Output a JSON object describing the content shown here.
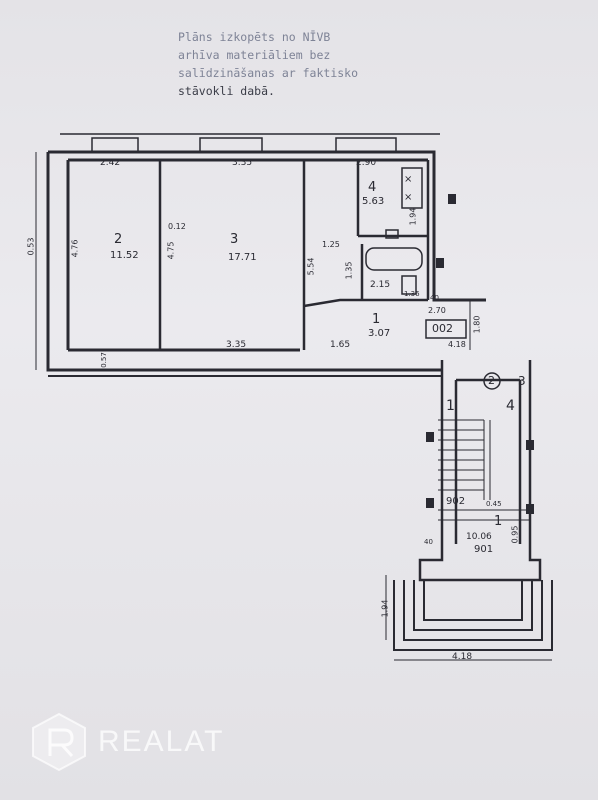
{
  "note": {
    "line1": "Plāns izkopēts no NĪVB",
    "line2": "arhīva materiāliem bez",
    "line3": "salīdzināšanas ar faktisko",
    "line4": "stāvokli dabā."
  },
  "rooms": [
    {
      "number": "2",
      "area": "11.52"
    },
    {
      "number": "3",
      "area": "17.71"
    },
    {
      "number": "4",
      "area": "5.63"
    },
    {
      "number": "1",
      "area": "3.07"
    },
    {
      "area": "2.15"
    }
  ],
  "stair_hall": {
    "number": "1",
    "area": "10.06"
  },
  "labels": {
    "apt_number": "002",
    "stair_left": "1",
    "stair_right": "4",
    "stair_circle": "2",
    "stair_3": "3",
    "door_label": "902",
    "door_label2": "901"
  },
  "dimensions": {
    "d1": "2.42",
    "d2": "3.35",
    "d3": "2.90",
    "d4": "0.53",
    "d5": "4.76",
    "d6": "4.75",
    "d7": "0.12",
    "d8": "5.54",
    "d9": "1.35",
    "d10": "1.25",
    "d11": "1.94",
    "d12": "2.70",
    "d13": "1.80",
    "d14": "3.35",
    "d15": "1.65",
    "d16": "4.18",
    "d17": "1.36",
    "d18": "40",
    "d19": "0.95",
    "d20": "1.94",
    "d21": "4.18",
    "d22": "40",
    "d23": "0.45",
    "d24": "0.57"
  },
  "watermark": {
    "text": "REALAT",
    "logo": "realat-logo"
  }
}
